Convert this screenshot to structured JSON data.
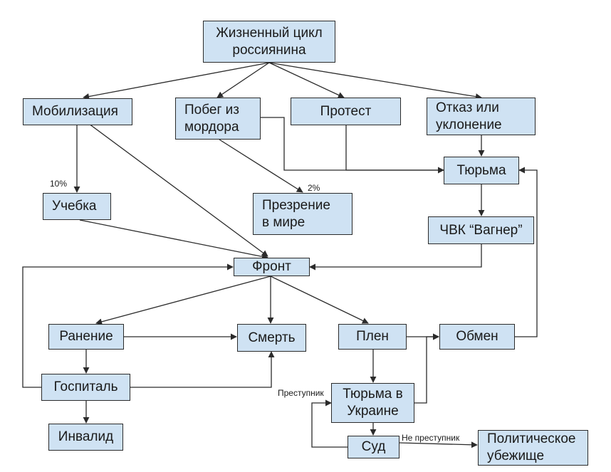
{
  "nodes": {
    "life_cycle": "Жизненный цикл\nроссиянина",
    "mobilization": "Мобилизация",
    "escape": "Побег из\nмордора",
    "protest": "Протест",
    "refusal": "Отказ или\nуклонение",
    "prison": "Тюрьма",
    "training": "Учебка",
    "contempt": "Презрение\nв мире",
    "wagner": "ЧВК “Вагнер”",
    "front": "Фронт",
    "wound": "Ранение",
    "death": "Смерть",
    "captivity": "Плен",
    "exchange": "Обмен",
    "hospital": "Госпиталь",
    "ukraine_prison": "Тюрьма в\nУкраине",
    "disabled": "Инвалид",
    "court": "Суд",
    "asylum": "Политическое\nубежище"
  },
  "edge_labels": {
    "training_pct": "10%",
    "contempt_pct": "2%",
    "criminal": "Преступник",
    "not_criminal": "Не преступник"
  },
  "colors": {
    "node_fill": "#cfe2f3",
    "node_border": "#2b2b2b",
    "edge": "#2b2b2b"
  }
}
